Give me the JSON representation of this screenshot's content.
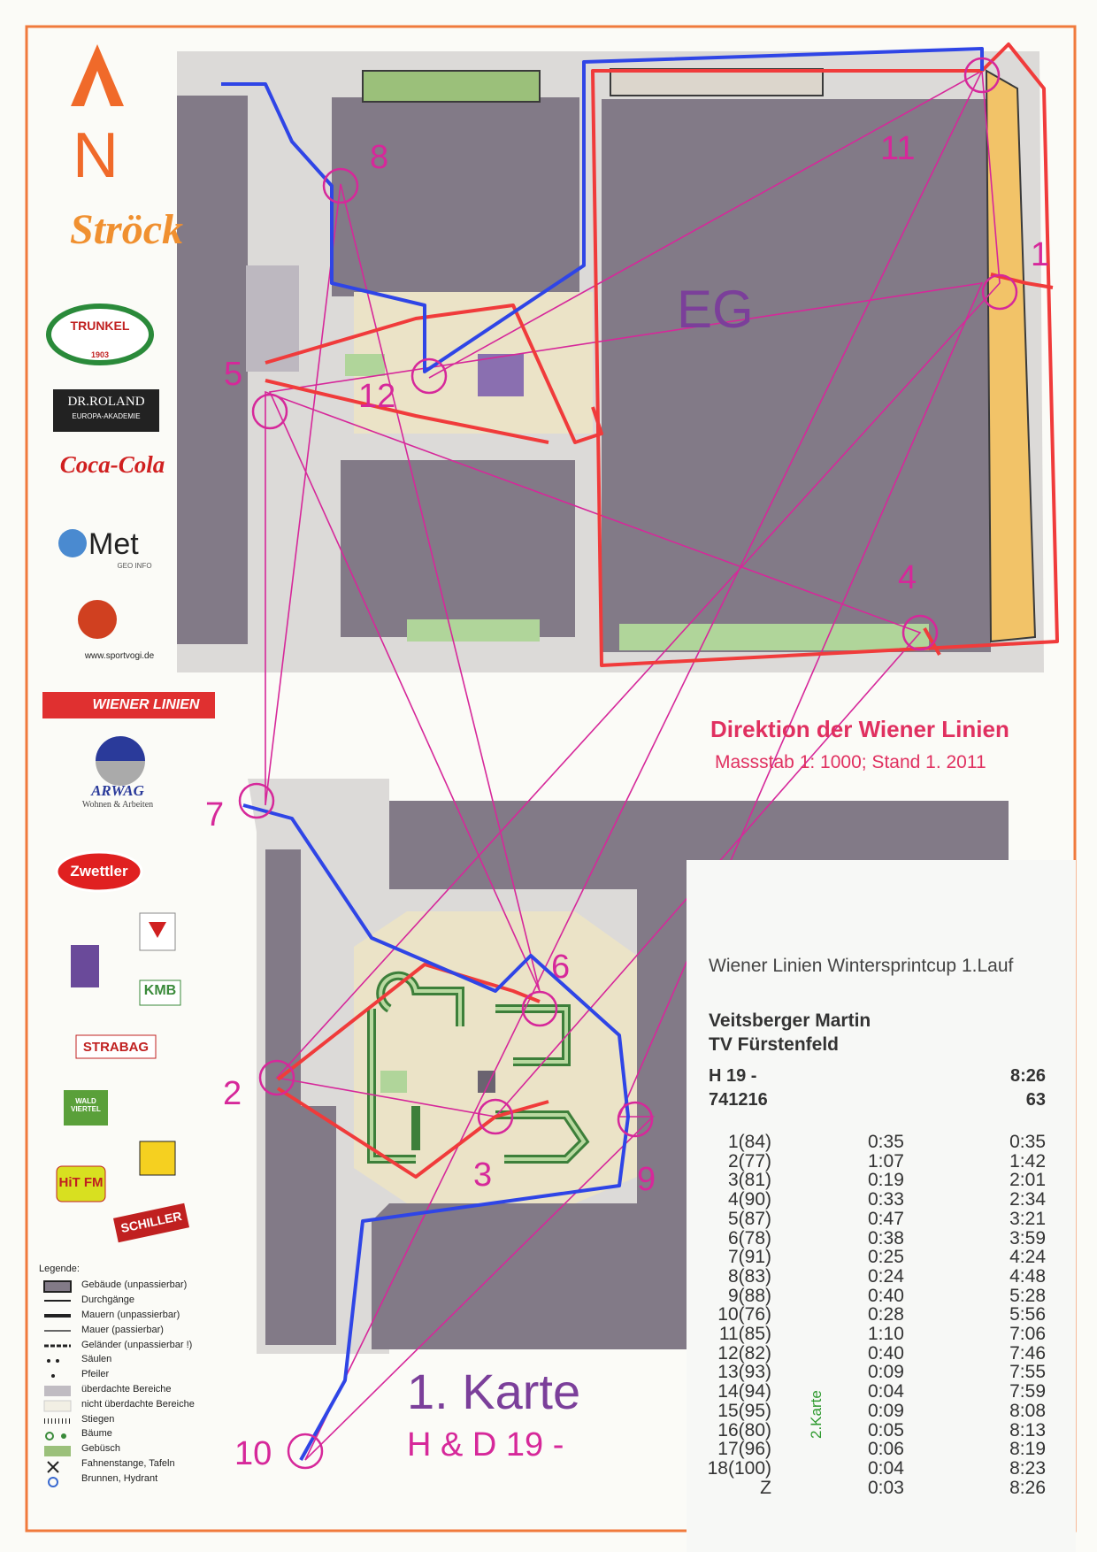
{
  "map": {
    "floor_label": "EG",
    "direction_title": "Direktion der Wiener Linien",
    "scale_text": "Massstab 1: 1000; Stand 1. 2011",
    "card_title": "1. Karte",
    "card_class": "H & D 19 -",
    "control_numbers": [
      "1",
      "2",
      "3",
      "4",
      "5",
      "6",
      "7",
      "8",
      "9",
      "10",
      "11",
      "12"
    ],
    "colors": {
      "building": "#827a87",
      "frame": "#f07a3c",
      "course": "#d6289a",
      "route_red": "#f03b3b",
      "route_blue": "#2f45e6",
      "vegetation": "#5a9a48",
      "title": "#7b3f9a",
      "direction": "#e03060"
    }
  },
  "sponsors": {
    "north_letter": "N",
    "stroeck": "Ströck",
    "trunkel": "TRUNKEL",
    "trunkel_year": "1903",
    "roland_line1": "DR.ROLAND",
    "roland_line2": "EUROPA-AKADEMIE",
    "cocacola": "Coca-Cola",
    "met": "Met",
    "met_sub": "GEO INFO",
    "sportvogi": "www.sportvogi.de",
    "wienerlinien": "WIENER LINIEN",
    "arwag": "ARWAG",
    "arwag_sub": "Wohnen & Arbeiten",
    "zwettler": "Zwettler",
    "kmb": "KMB",
    "strabag": "STRABAG",
    "wald": "WALD VIERTEL",
    "hit": "HiT FM",
    "schiller": "SCHILLER"
  },
  "legend": {
    "title": "Legende:",
    "items": [
      {
        "symbol": "building",
        "label": "Gebäude (unpassierbar)"
      },
      {
        "symbol": "passage",
        "label": "Durchgänge"
      },
      {
        "symbol": "wall-impassable",
        "label": "Mauern (unpassierbar)"
      },
      {
        "symbol": "wall-passable",
        "label": "Mauer (passierbar)"
      },
      {
        "symbol": "railing",
        "label": "Geländer (unpassierbar !)"
      },
      {
        "symbol": "columns",
        "label": "Säulen"
      },
      {
        "symbol": "pillar",
        "label": "Pfeiler"
      },
      {
        "symbol": "covered-area",
        "label": "überdachte Bereiche"
      },
      {
        "symbol": "uncovered-area",
        "label": "nicht überdachte Bereiche"
      },
      {
        "symbol": "stairs",
        "label": "Stiegen"
      },
      {
        "symbol": "trees",
        "label": "Bäume"
      },
      {
        "symbol": "bushes",
        "label": "Gebüsch"
      },
      {
        "symbol": "cross",
        "label": "Fahnenstange, Tafeln"
      },
      {
        "symbol": "circle",
        "label": "Brunnen, Hydrant"
      }
    ]
  },
  "splits": {
    "event_title": "Wiener Linien Wintersprintcup 1.Lauf",
    "runner": "Veitsberger Martin",
    "club": "TV Fürstenfeld",
    "class": "H 19 -",
    "total_time": "8:26",
    "chip": "741216",
    "place": "63",
    "second_card_label": "2.Karte",
    "rows": [
      {
        "control": "1(84)",
        "leg": "0:35",
        "cum": "0:35"
      },
      {
        "control": "2(77)",
        "leg": "1:07",
        "cum": "1:42"
      },
      {
        "control": "3(81)",
        "leg": "0:19",
        "cum": "2:01"
      },
      {
        "control": "4(90)",
        "leg": "0:33",
        "cum": "2:34"
      },
      {
        "control": "5(87)",
        "leg": "0:47",
        "cum": "3:21"
      },
      {
        "control": "6(78)",
        "leg": "0:38",
        "cum": "3:59"
      },
      {
        "control": "7(91)",
        "leg": "0:25",
        "cum": "4:24"
      },
      {
        "control": "8(83)",
        "leg": "0:24",
        "cum": "4:48"
      },
      {
        "control": "9(88)",
        "leg": "0:40",
        "cum": "5:28"
      },
      {
        "control": "10(76)",
        "leg": "0:28",
        "cum": "5:56"
      },
      {
        "control": "11(85)",
        "leg": "1:10",
        "cum": "7:06"
      },
      {
        "control": "12(82)",
        "leg": "0:40",
        "cum": "7:46"
      },
      {
        "control": "13(93)",
        "leg": "0:09",
        "cum": "7:55"
      },
      {
        "control": "14(94)",
        "leg": "0:04",
        "cum": "7:59"
      },
      {
        "control": "15(95)",
        "leg": "0:09",
        "cum": "8:08"
      },
      {
        "control": "16(80)",
        "leg": "0:05",
        "cum": "8:13"
      },
      {
        "control": "17(96)",
        "leg": "0:06",
        "cum": "8:19"
      },
      {
        "control": "18(100)",
        "leg": "0:04",
        "cum": "8:23"
      },
      {
        "control": "Z",
        "leg": "0:03",
        "cum": "8:26"
      }
    ]
  }
}
